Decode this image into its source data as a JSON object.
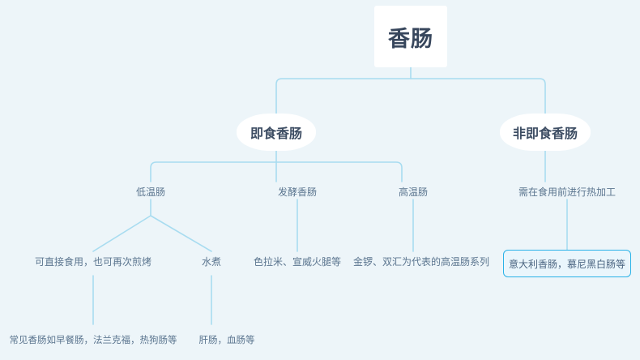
{
  "diagram": {
    "type": "hierarchy-flowchart",
    "background_color": "#edf5f9",
    "connector_color": "#a8dcf0",
    "accent_color": "#2ab2e8",
    "node_text_color": "#5b758f",
    "title_text_color": "#37465c",
    "root": {
      "label": "香肠"
    },
    "categories": [
      {
        "label": "即食香肠"
      },
      {
        "label": "非即食香肠"
      }
    ],
    "subcategories": [
      {
        "label": "低温肠"
      },
      {
        "label": "发酵香肠"
      },
      {
        "label": "高温肠"
      },
      {
        "label": "需在食用前进行热加工"
      }
    ],
    "details": [
      {
        "label": "可直接食用，也可再次煎烤"
      },
      {
        "label": "水煮"
      },
      {
        "label": "色拉米、宣威火腿等"
      },
      {
        "label": "金锣、双汇为代表的高温肠系列"
      },
      {
        "label": "意大利香肠，慕尼黑白肠等",
        "boxed": true
      }
    ],
    "examples": [
      {
        "label": "常见香肠如早餐肠，法兰克福，热狗肠等"
      },
      {
        "label": "肝肠，血肠等"
      }
    ]
  }
}
